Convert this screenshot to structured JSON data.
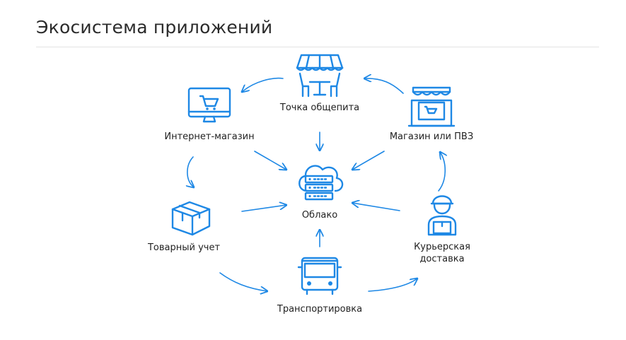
{
  "title": "Экосистема приложений",
  "nodes": {
    "cafe": "Точка общепита",
    "online_store": "Интернет-магазин",
    "store_pickup": "Магазин или ПВЗ",
    "cloud": "Облако",
    "inventory": "Товарный учет",
    "courier_line1": "Курьерская",
    "courier_line2": "доставка",
    "transport": "Транспортировка"
  },
  "colors": {
    "accent": "#1e88e5",
    "text": "#222222",
    "divider": "#e3e3e3"
  },
  "icons": [
    "cafe-icon",
    "computer-cart-icon",
    "store-icon",
    "cloud-server-icon",
    "box-icon",
    "courier-icon",
    "bus-icon"
  ]
}
